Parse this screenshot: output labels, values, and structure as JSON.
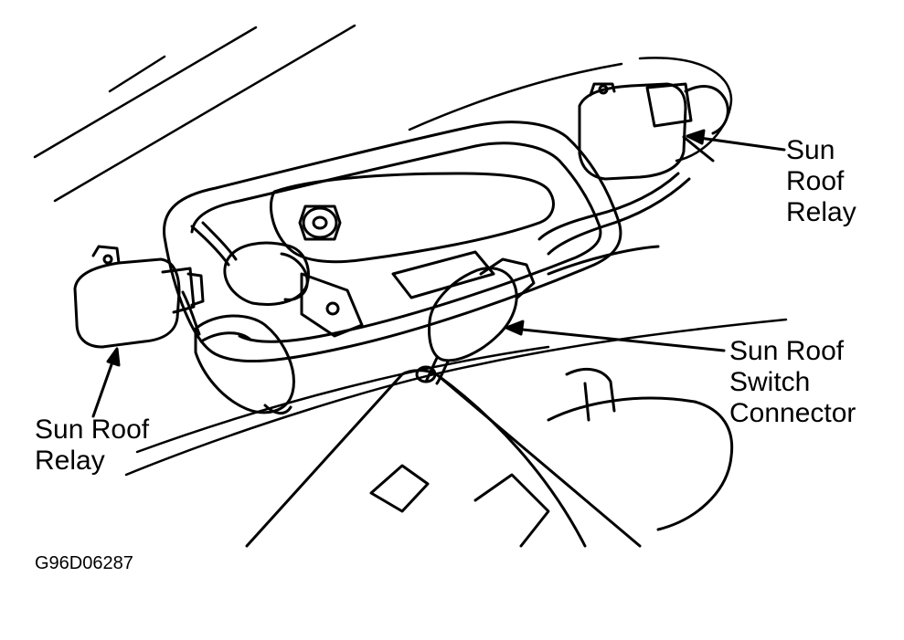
{
  "labels": {
    "relay_right": [
      "Sun",
      "Roof",
      "Relay"
    ],
    "switch_connector": [
      "Sun Roof",
      "Switch",
      "Connector"
    ],
    "relay_left": [
      "Sun Roof",
      "Relay"
    ]
  },
  "figure_code": "G96D06287"
}
